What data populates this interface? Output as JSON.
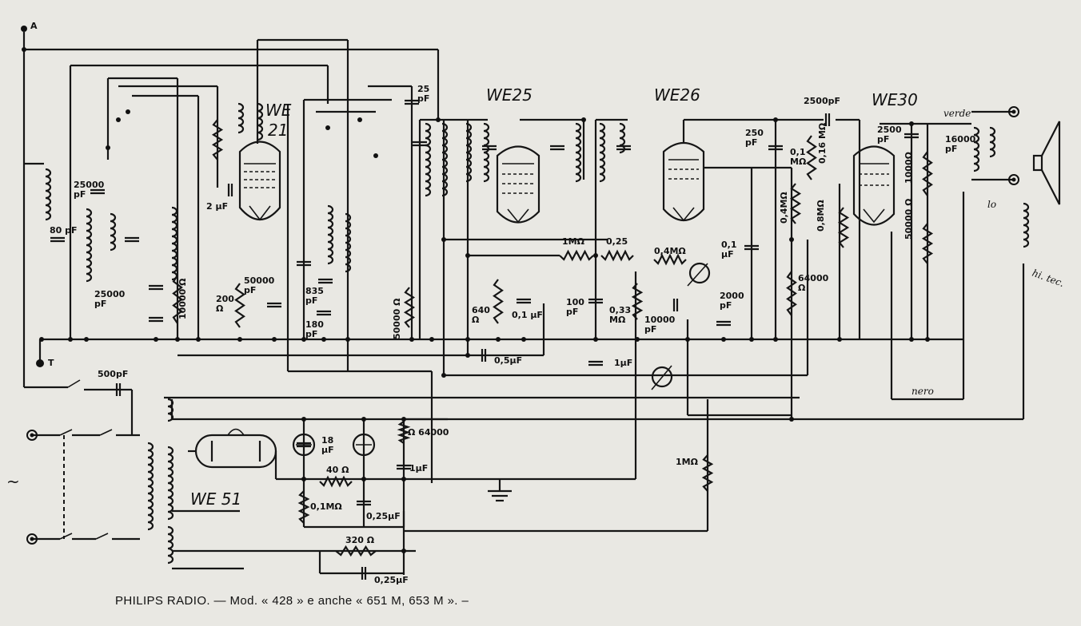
{
  "caption": "PHILIPS RADIO. — Mod. « 428 » e anche « 651 M, 653 M ». –",
  "tubes": [
    "WE",
    "21",
    "WE25",
    "WE26",
    "WE30",
    "WE 51"
  ],
  "terminals": {
    "antenna": "A",
    "earth": "T",
    "mains": "~"
  },
  "components": {
    "c_25pF": "25\npF",
    "c_25000pF_a": "25000\npF",
    "c_80pF": "80 pF",
    "c_25000pF_b": "25000\npF",
    "c_2uF": "2 μF",
    "r_200": "200\nΩ",
    "c_50000pF": "50000\npF",
    "r_10000": "10000 Ω",
    "c_835pF": "835\npF",
    "c_180pF": "180\npF",
    "r_50000": "50000 Ω",
    "r_640": "640\nΩ",
    "c_01uF_a": "0,1 μF",
    "c_05uF": "0,5μF",
    "r_1M": "1MΩ",
    "r_025": "0,25",
    "r_04M_a": "0,4MΩ",
    "c_100pF": "100\npF",
    "r_033M": "0,33\nMΩ",
    "c_10000pF": "10000\npF",
    "c_1uF_a": "1μF",
    "c_250pF": "250\npF",
    "r_01M_a": "0,1\nMΩ",
    "r_04M_b": "0,4MΩ",
    "c_01uF_b": "0,1\nμF",
    "c_2000pF": "2000\npF",
    "c_2500pF_a": "2500pF",
    "r_016M": "0,16 MΩ",
    "r_08M": "0,8MΩ",
    "r_64000_a": "64000\nΩ",
    "c_2500pF_b": "2500\npF",
    "c_16000pF": "16000\npF",
    "r_1000": "1000Ω",
    "r_50000b": "50000 Ω",
    "c_500pF": "500pF",
    "c_18uF": "18\nμF",
    "r_40": "40 Ω",
    "r_01M_b": "0,1MΩ",
    "c_025uF_a": "0,25μF",
    "r_64000_b": "Ω  64000",
    "c_1uF_b": "1μF",
    "r_1M_b": "1MΩ",
    "r_320": "320 Ω",
    "c_025uF_b": "0,25μF"
  },
  "handwritten": {
    "verde": "verde",
    "lo": "lo",
    "nero": "nero",
    "hi": "hi. tec."
  }
}
